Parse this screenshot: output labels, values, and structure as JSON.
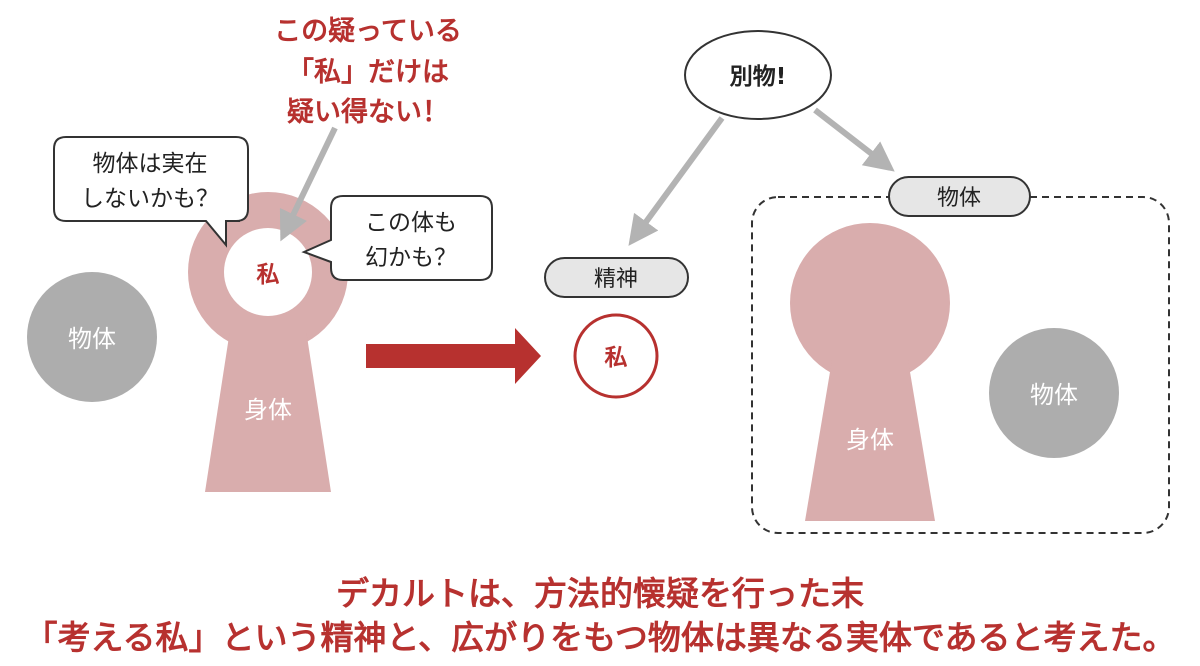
{
  "annotation": {
    "lines": [
      "この疑っている",
      "「私」だけは",
      "疑い得ない！"
    ]
  },
  "left_panel": {
    "bubble_object": [
      "物体は実在",
      "しないかも？"
    ],
    "bubble_body": [
      "この体も",
      "幻かも？"
    ],
    "self_label": "私",
    "body_label": "身体",
    "object_label": "物体"
  },
  "right_panel": {
    "distinct_bubble": "別物!",
    "mind_label": "精神",
    "self_label": "私",
    "object_group_label": "物体",
    "body_label": "身体",
    "object_label": "物体"
  },
  "caption": {
    "line1": "デカルトは、方法的懐疑を行った末",
    "line2": "「考える私」という精神と、広がりをもつ物体は異なる実体であると考えた。"
  },
  "colors": {
    "accent_red": "#b7312f",
    "body_pink": "#d9adad",
    "object_gray": "#adadad",
    "arrow_gray": "#b3b3b3",
    "pill_fill": "#e6e6e6",
    "outline": "#333333"
  }
}
